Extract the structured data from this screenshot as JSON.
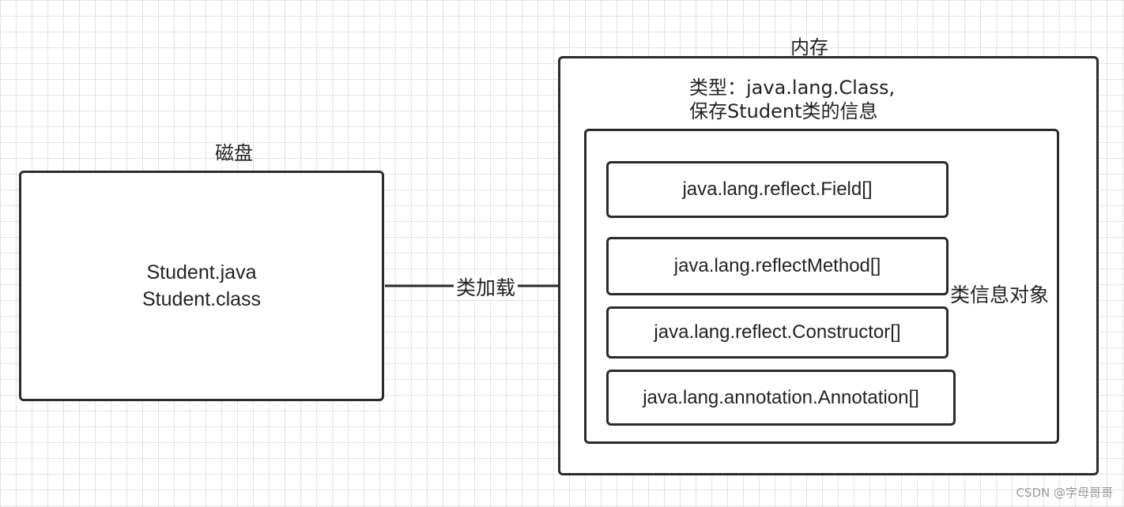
{
  "disk": {
    "title": "磁盘",
    "file_java": "Student.java",
    "file_class": "Student.class"
  },
  "arrow_label": "类加载",
  "memory": {
    "title": "内存",
    "type_line1": "类型：java.lang.Class,",
    "type_line2": "保存Student类的信息",
    "object_label": "类信息对象",
    "items": [
      "java.lang.reflect.Field[]",
      "java.lang.reflectMethod[]",
      "java.lang.reflect.Constructor[]",
      "java.lang.annotation.Annotation[]"
    ]
  },
  "watermark": "CSDN @字母哥哥"
}
